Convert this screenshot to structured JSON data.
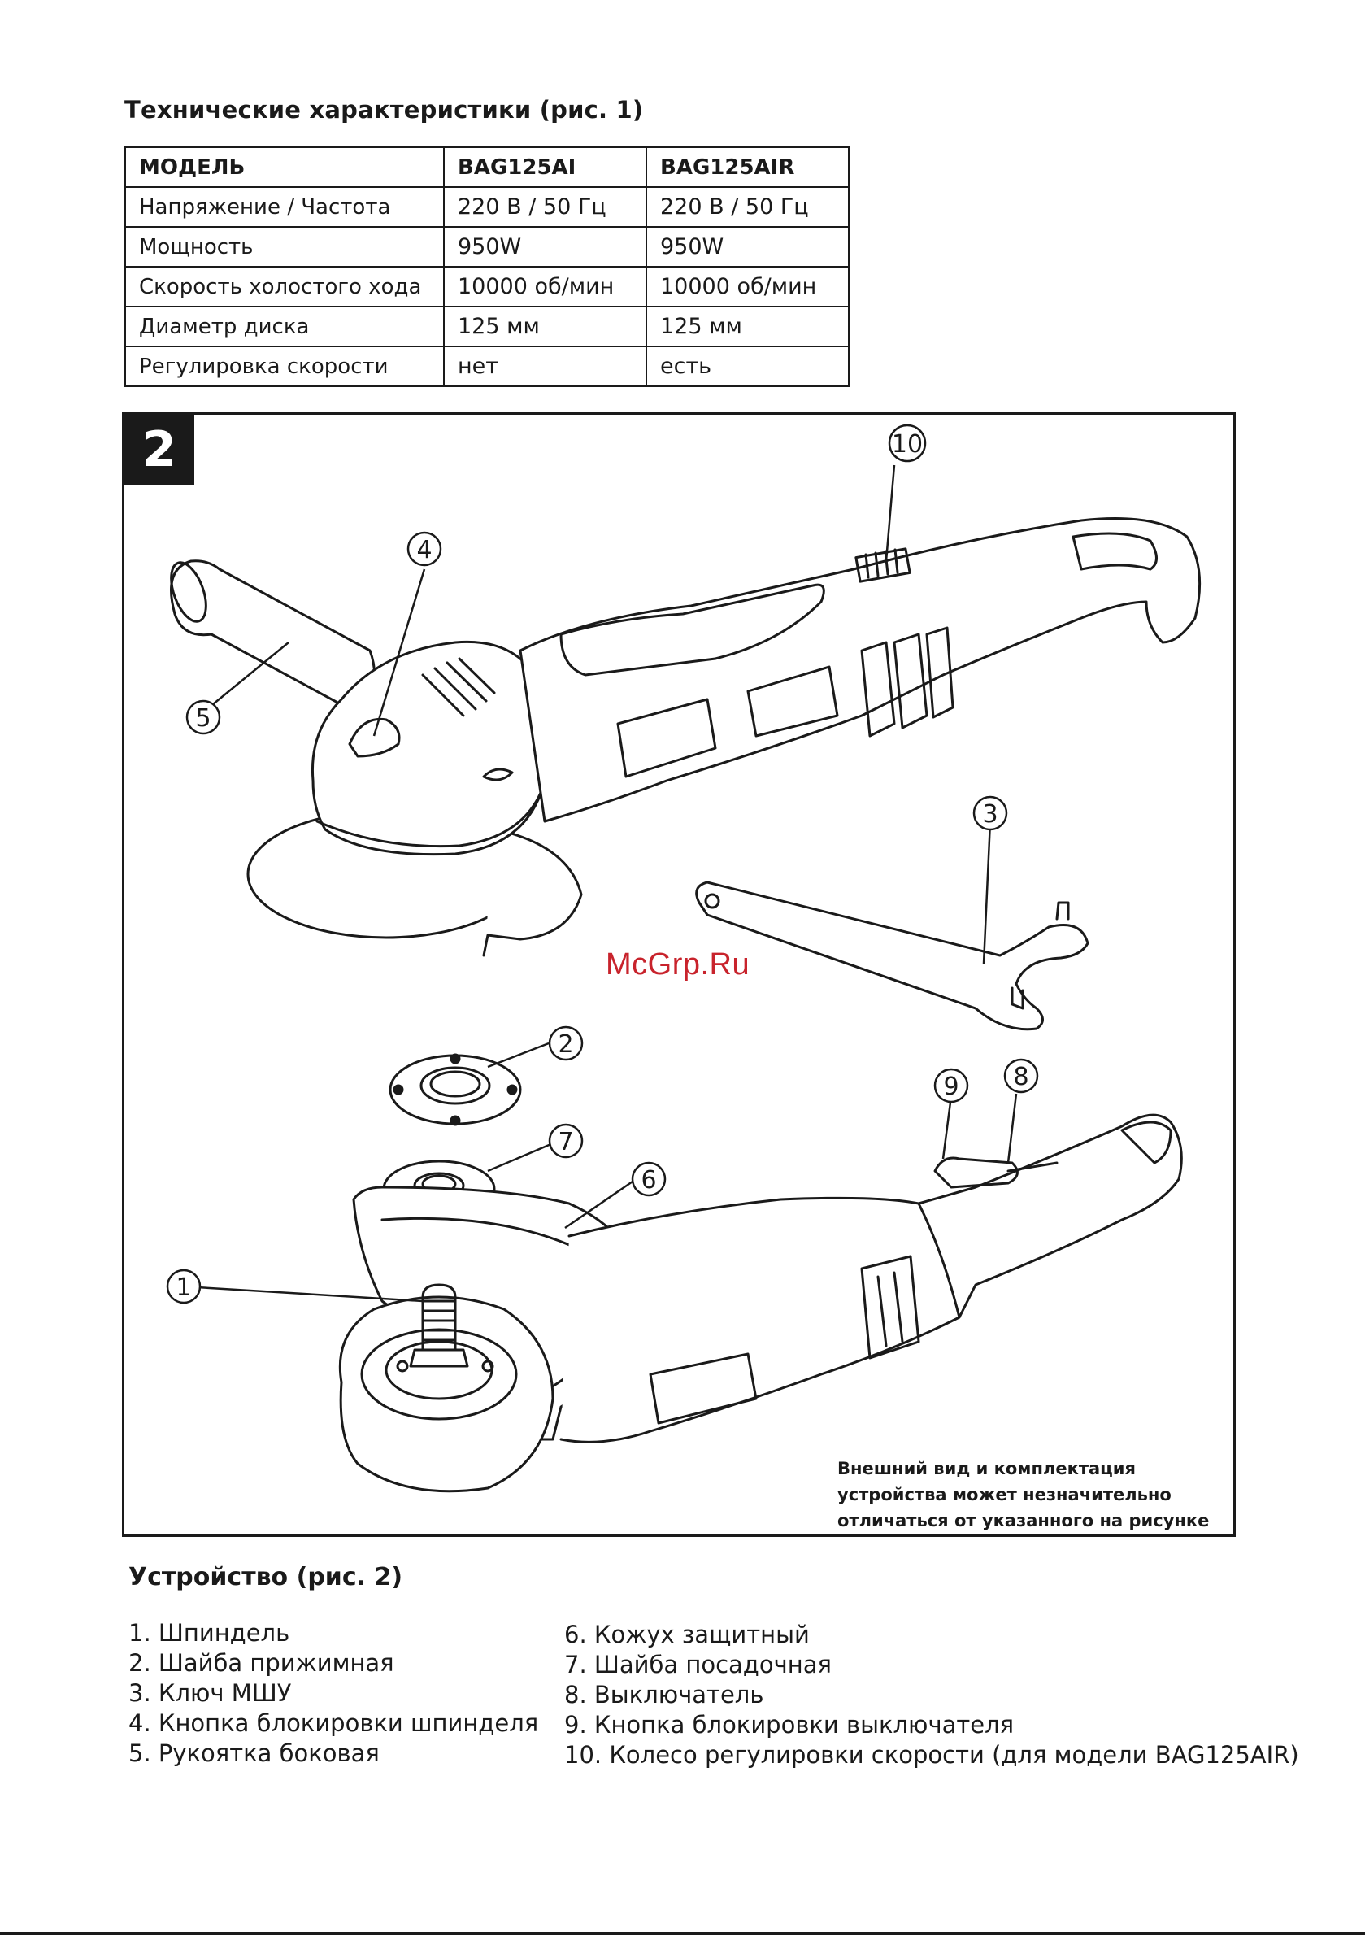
{
  "spec_section": {
    "title": "Технические характеристики (рис. 1)",
    "table": {
      "header": [
        "МОДЕЛЬ",
        "BAG125AI",
        "BAG125AIR"
      ],
      "rows": [
        [
          "Напряжение / Частота",
          "220 В / 50 Гц",
          "220 В / 50 Гц"
        ],
        [
          "Мощность",
          "950W",
          "950W"
        ],
        [
          "Скорость холостого хода",
          "10000 об/мин",
          "10000 об/мин"
        ],
        [
          "Диаметр диска",
          "125 мм",
          "125 мм"
        ],
        [
          "Регулировка скорости",
          "нет",
          "есть"
        ]
      ]
    }
  },
  "figure": {
    "badge": "2",
    "watermark": "McGrp.Ru",
    "callouts": [
      "1",
      "2",
      "3",
      "4",
      "5",
      "6",
      "7",
      "8",
      "9",
      "10"
    ],
    "note": "Внешний вид и комплектация устройства может незначительно отличаться от указанного на рисунке"
  },
  "device_section": {
    "title": "Устройство (рис. 2)",
    "parts_left": [
      "1. Шпиндель",
      "2. Шайба прижимная",
      "3. Ключ МШУ",
      "4. Кнопка блокировки шпинделя",
      "5. Рукоятка боковая"
    ],
    "parts_right": [
      "6. Кожух защитный",
      "7. Шайба посадочная",
      "8. Выключатель",
      "9. Кнопка блокировки выключателя",
      "10. Колесо регулировки скорости (для модели BAG125AIR)"
    ]
  }
}
